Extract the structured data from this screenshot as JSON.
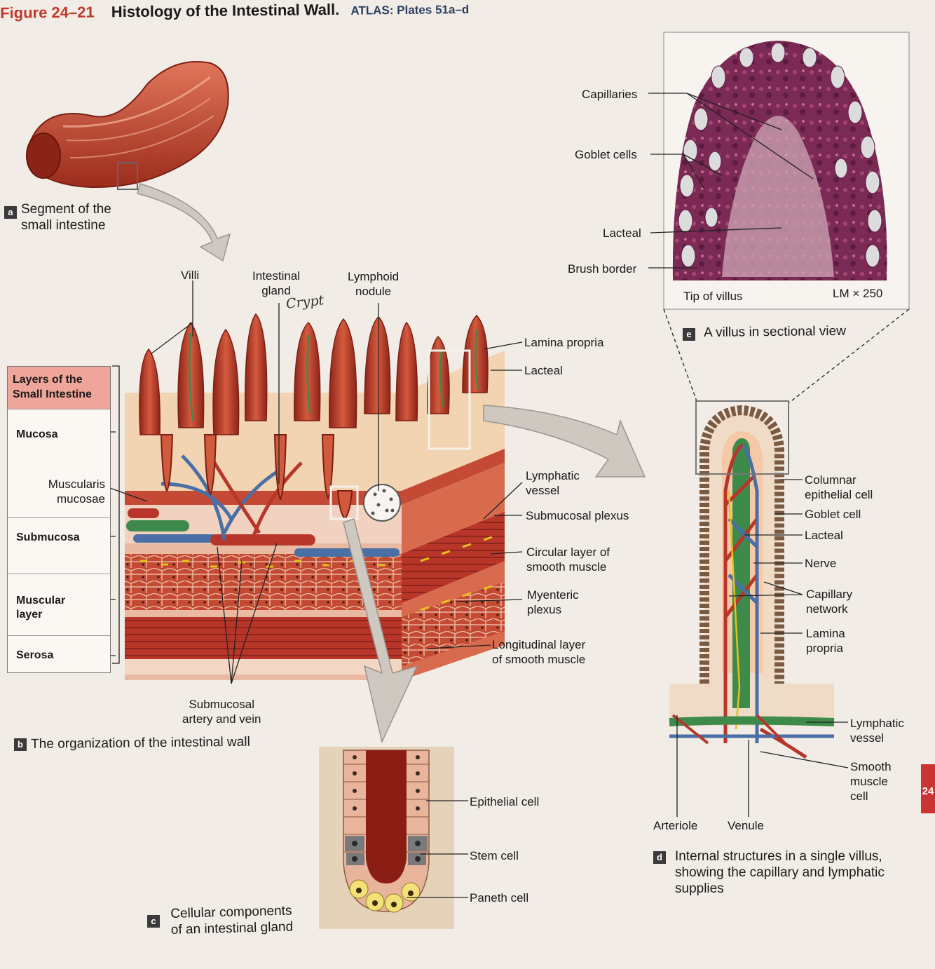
{
  "figure": {
    "number": "Figure 24–21",
    "title": "Histology of the Intestinal Wall.",
    "atlas": "ATLAS: Plates 51a–d"
  },
  "panel_a": {
    "badge": "a",
    "caption": "Segment of the\nsmall intestine"
  },
  "panel_b": {
    "badge": "b",
    "caption": "The organization of the intestinal wall",
    "labels": {
      "villi": "Villi",
      "intestinal_gland": "Intestinal\ngland",
      "crypt_note": "Crypt",
      "lymphoid_nodule": "Lymphoid\nnodule",
      "lamina_propria": "Lamina propria",
      "lacteal": "Lacteal",
      "lymphatic_vessel": "Lymphatic\nvessel",
      "submucosal_plexus": "Submucosal plexus",
      "circular_layer": "Circular layer of\nsmooth muscle",
      "myenteric_plexus": "Myenteric\nplexus",
      "longitudinal_layer": "Longitudinal layer\nof smooth muscle",
      "muscularis_mucosae": "Muscularis\nmucosae",
      "submucosal_artery_vein": "Submucosal\nartery and vein"
    },
    "layers_table": {
      "header": "Layers of the\nSmall Intestine",
      "rows": [
        "Mucosa",
        "Submucosa",
        "Muscular\nlayer",
        "Serosa"
      ]
    }
  },
  "panel_c": {
    "badge": "c",
    "caption": "Cellular components\nof an intestinal gland",
    "labels": {
      "epithelial_cell": "Epithelial cell",
      "stem_cell": "Stem cell",
      "paneth_cell": "Paneth cell"
    }
  },
  "panel_d": {
    "badge": "d",
    "caption": "Internal structures in a single villus,\nshowing the capillary and lymphatic\nsupplies",
    "labels": {
      "columnar_epithelial_cell": "Columnar\nepithelial cell",
      "goblet_cell": "Goblet cell",
      "lacteal": "Lacteal",
      "nerve": "Nerve",
      "capillary_network": "Capillary\nnetwork",
      "lamina_propria": "Lamina\npropria",
      "lymphatic_vessel": "Lymphatic\nvessel",
      "smooth_muscle_cell": "Smooth\nmuscle\ncell",
      "arteriole": "Arteriole",
      "venule": "Venule"
    }
  },
  "panel_e": {
    "badge": "e",
    "caption": "A villus in sectional view",
    "labels": {
      "capillaries": "Capillaries",
      "goblet_cells": "Goblet cells",
      "lacteal": "Lacteal",
      "brush_border": "Brush border",
      "tip_of_villus": "Tip of villus",
      "magnification": "LM × 250"
    }
  },
  "page_tab": "24",
  "colors": {
    "tissue": "#b8352a",
    "tissue_light": "#e4a08a",
    "vein": "#4a6fa5",
    "lymph": "#3d8a4a",
    "nerve": "#e6c21c",
    "stain": "#7a2a55",
    "figure_red": "#c0392b"
  }
}
